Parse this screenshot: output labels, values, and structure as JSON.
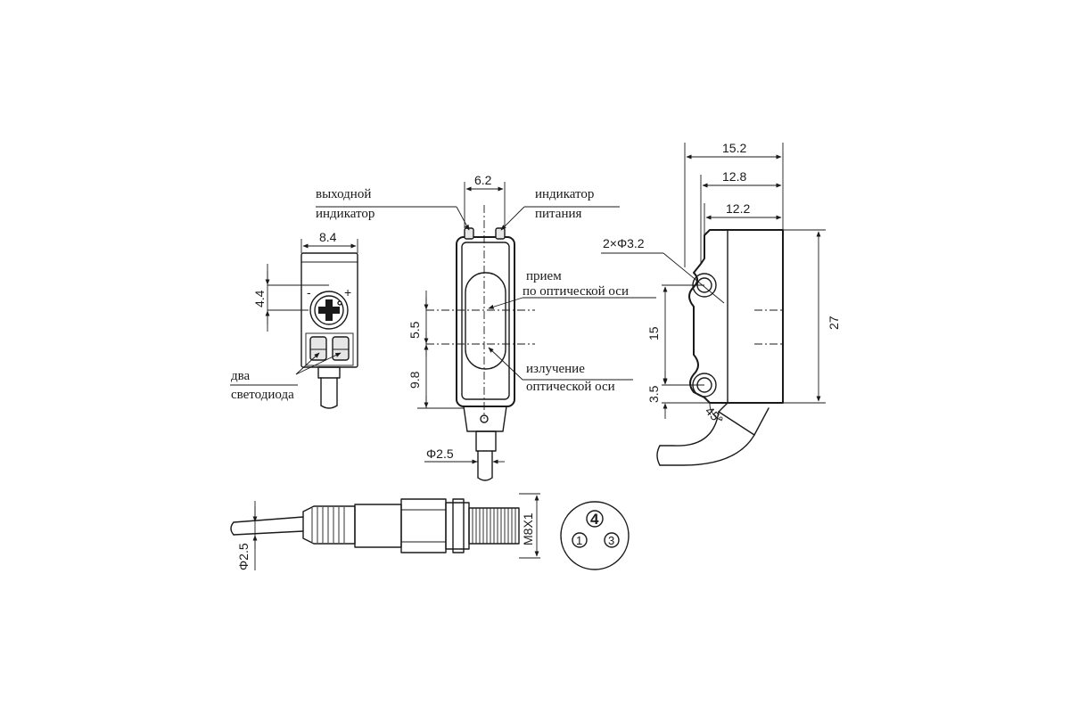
{
  "dimensions": {
    "side_width": "8.4",
    "side_height": "4.4",
    "front_width": "6.2",
    "front_upper": "5.5",
    "front_lower": "9.8",
    "cable_front": "Φ2.5",
    "right_w1": "15.2",
    "right_w2": "12.8",
    "right_w3": "12.2",
    "holes": "2×Φ3.2",
    "right_h_total": "27",
    "right_h_holes": "15",
    "right_h_bottom": "3.5",
    "angle": "45°",
    "connector_thread": "M8X1",
    "cable_connector": "Φ2.5"
  },
  "labels": {
    "output_indicator_l1": "выходной",
    "output_indicator_l2": "индикатор",
    "power_indicator_l1": "индикатор",
    "power_indicator_l2": "питания",
    "receive_l1": "прием",
    "receive_l2": "по оптической оси",
    "emit_l1": "излучение",
    "emit_l2": "оптической оси",
    "two_leds_l1": "два",
    "two_leds_l2": "светодиода",
    "minus": "-",
    "plus": "+"
  },
  "pins": {
    "pin1": "1",
    "pin3": "3",
    "pin4": "4"
  }
}
